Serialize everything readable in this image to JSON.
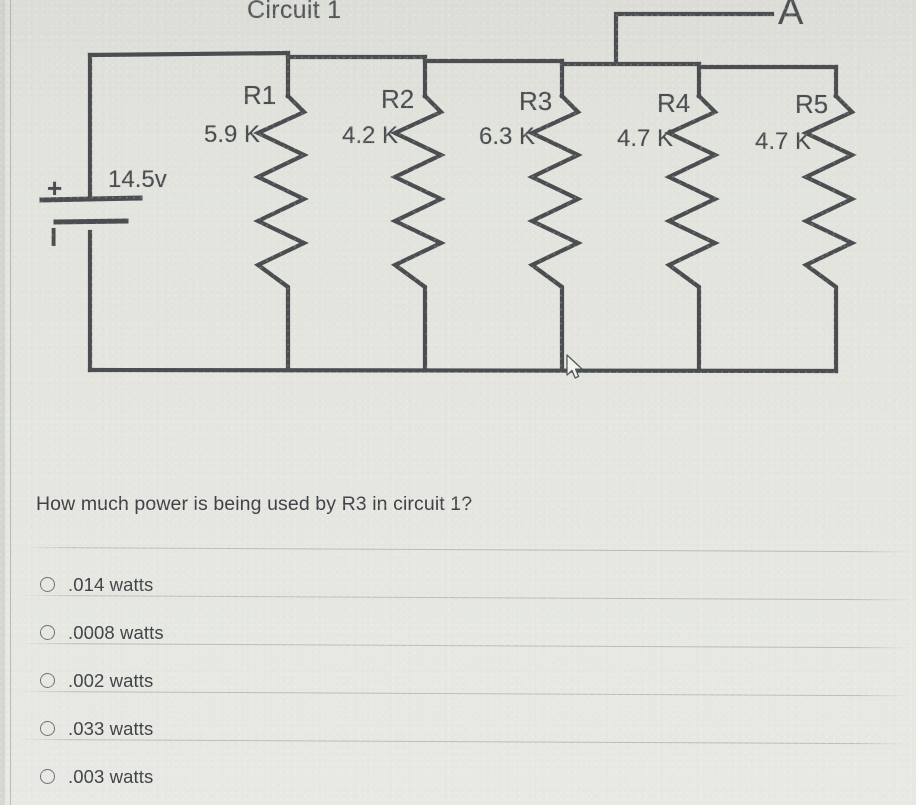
{
  "circuit": {
    "title": "Circuit 1",
    "node_label": "A",
    "battery": {
      "voltage": "14.5v",
      "plus": "+",
      "minus": "I"
    },
    "resistors": [
      {
        "name": "R1",
        "value": "5.9 K"
      },
      {
        "name": "R2",
        "value": "4.2 K"
      },
      {
        "name": "R3",
        "value": "6.3 K"
      },
      {
        "name": "R4",
        "value": "4.7 K"
      },
      {
        "name": "R5",
        "value": "4.7 K"
      }
    ]
  },
  "question": {
    "text": "How much power is being used by R3 in circuit 1?"
  },
  "options": [
    {
      "label": ".014 watts",
      "selected": false
    },
    {
      "label": ".0008 watts",
      "selected": false
    },
    {
      "label": ".002 watts",
      "selected": false
    },
    {
      "label": ".033 watts",
      "selected": false
    },
    {
      "label": ".003 watts",
      "selected": false
    }
  ],
  "colors": {
    "wire": "#4a4e51",
    "text": "#3f4347",
    "page_bg": "#e4e5df",
    "separator": "#969994"
  }
}
